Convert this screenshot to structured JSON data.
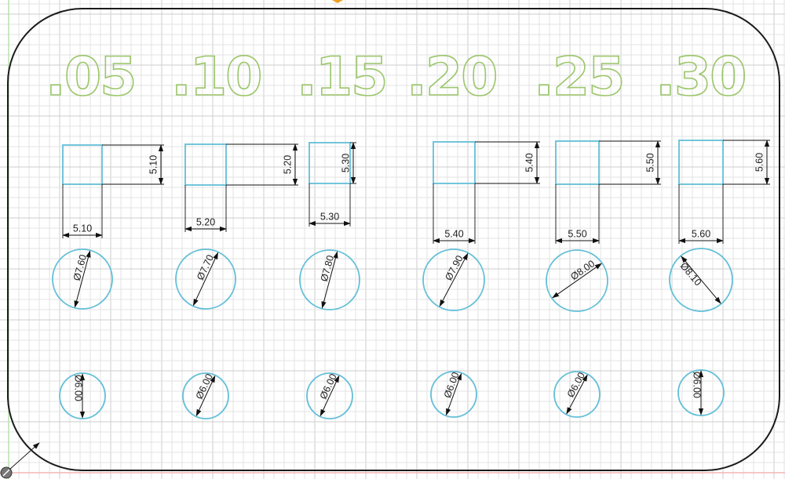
{
  "colors": {
    "grid_minor": "#e3e3e3",
    "grid_major": "#cdcdcd",
    "plate_outline": "#1a1a1a",
    "label_stroke": "#9bc66a",
    "sketch_blue": "#63bfd8",
    "dimension": "#111111",
    "axis_green": "#b8e0b0",
    "axis_red": "#f2b5b5",
    "origin_marker": "#f0a020"
  },
  "icons": {
    "origin_marker": "orange-origin-marker-icon",
    "corner_indicator": "view-corner-indicator-icon"
  },
  "columns": [
    {
      "label": ".05",
      "square_w": "5.10",
      "square_h": "5.10",
      "dia_large": "Ø7.60",
      "dia_small": "Ø6.00"
    },
    {
      "label": ".10",
      "square_w": "5.20",
      "square_h": "5.20",
      "dia_large": "Ø7.70",
      "dia_small": "Ø6.00"
    },
    {
      "label": ".15",
      "square_w": "5.30",
      "square_h": "5.30",
      "dia_large": "Ø7.80",
      "dia_small": "Ø6.00"
    },
    {
      "label": ".20",
      "square_w": "5.40",
      "square_h": "5.40",
      "dia_large": "Ø7.90",
      "dia_small": "Ø6.00"
    },
    {
      "label": ".25",
      "square_w": "5.50",
      "square_h": "5.50",
      "dia_large": "Ø8.00",
      "dia_small": "Ø6.00"
    },
    {
      "label": ".30",
      "square_w": "5.60",
      "square_h": "5.60",
      "dia_large": "Ø8.10",
      "dia_small": "Ø6.00"
    }
  ]
}
